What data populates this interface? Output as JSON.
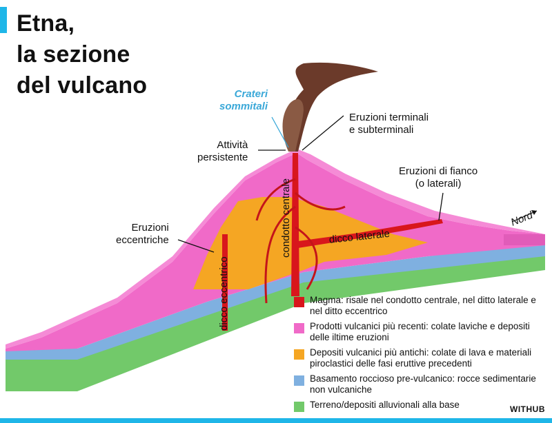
{
  "title": {
    "line1": "Etna,",
    "line2": "la sezione",
    "line3": "del vulcano"
  },
  "labels": {
    "crateri_line1": "Crateri",
    "crateri_line2": "sommitali",
    "attivita_line1": "Attività",
    "attivita_line2": "persistente",
    "terminali_line1": "Eruzioni terminali",
    "terminali_line2": "e subterminali",
    "fianco_line1": "Eruzioni di fianco",
    "fianco_line2": "(o laterali)",
    "eccentriche_line1": "Eruzioni",
    "eccentriche_line2": "eccentriche",
    "condotto_centrale": "condotto centrale",
    "dicco_laterale": "dicco laterale",
    "dicco_eccentrico": "dicco eccentrico",
    "nord": "Nord"
  },
  "legend": [
    {
      "color": "#d8161c",
      "text": "Magma: risale nel condotto centrale, nel ditto laterale e nel ditto eccentrico"
    },
    {
      "color": "#f06ac8",
      "text": "Prodotti vulcanici più recenti: colate laviche e depositi delle iltime eruzioni"
    },
    {
      "color": "#f5a623",
      "text": "Depositi vulcanici più antichi: colate di lava e materiali piroclastici delle fasi eruttive precedenti"
    },
    {
      "color": "#7fb0e0",
      "text": "Basamento roccioso pre-vulcanico: rocce sedimentarie non vulcaniche"
    },
    {
      "color": "#72c96a",
      "text": "Terreno/depositi alluvionali alla base"
    }
  ],
  "brand": "WITHUB",
  "colors": {
    "accent": "#1fb6e8",
    "magma": "#d8161c",
    "recent": "#f06ac8",
    "old": "#f5a623",
    "basement": "#7fb0e0",
    "soil": "#72c96a"
  }
}
